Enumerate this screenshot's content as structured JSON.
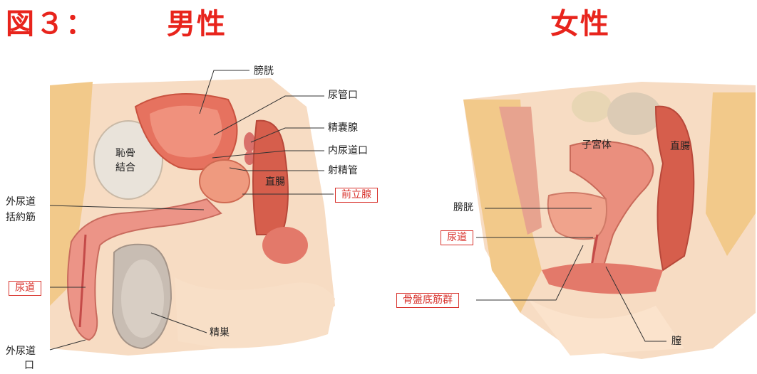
{
  "titles": {
    "figure": "図３：",
    "male": "男性",
    "female": "女性"
  },
  "colors": {
    "title_red": "#e8241c",
    "box_red": "#d8322c",
    "flesh": "#f3c9a3",
    "organ": "#e98a7c",
    "skin": "#fbe3cc"
  },
  "male_labels": {
    "bladder": "膀胱",
    "urethral_meatus_internal_view": "尿管口",
    "seminal_vesicle": "精嚢腺",
    "internal_urethral_orifice": "内尿道口",
    "ejaculatory_duct": "射精管",
    "prostate": "前立腺",
    "rectum": "直腸",
    "pubic_symphysis_1": "恥骨",
    "pubic_symphysis_2": "結合",
    "external_sphincter_1": "外尿道",
    "external_sphincter_2": "括約筋",
    "urethra": "尿道",
    "testis": "精巣",
    "external_orifice_1": "外尿道",
    "external_orifice_2": "口"
  },
  "female_labels": {
    "uterus": "子宮体",
    "rectum": "直腸",
    "bladder": "膀胱",
    "urethra": "尿道",
    "pelvic_floor": "骨盤底筋群",
    "vagina": "膣"
  }
}
